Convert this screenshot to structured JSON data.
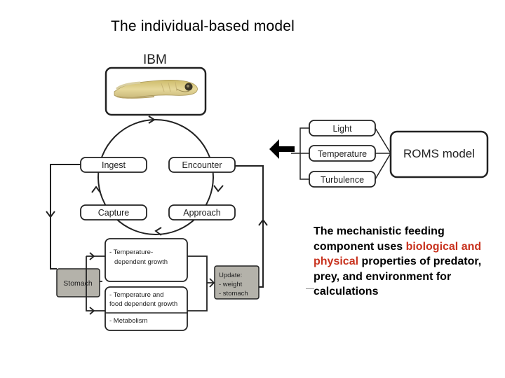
{
  "title": "The individual-based model",
  "ibm": {
    "label": "IBM"
  },
  "cycle": {
    "ingest": "Ingest",
    "encounter": "Encounter",
    "capture": "Capture",
    "approach": "Approach"
  },
  "roms": {
    "label": "ROMS model",
    "inputs": [
      "Light",
      "Temperature",
      "Turbulence"
    ]
  },
  "growth": {
    "stomach": "Stomach",
    "temp_growth_line1": "- Temperature-",
    "temp_growth_line2": "dependent growth",
    "food_growth_line1": "- Temperature and",
    "food_growth_line2": "food dependent growth",
    "metabolism": "- Metabolism",
    "update_title": "Update:",
    "update_weight": "- weight",
    "update_stomach": "- stomach"
  },
  "caption": {
    "before": "The mechanistic feeding component uses ",
    "highlight": "biological and physical",
    "after": " properties of predator, prey, and environment for calculations"
  },
  "colors": {
    "highlight": "#c8321e",
    "gray_box": "#b4b2aa",
    "stroke": "#222222"
  }
}
